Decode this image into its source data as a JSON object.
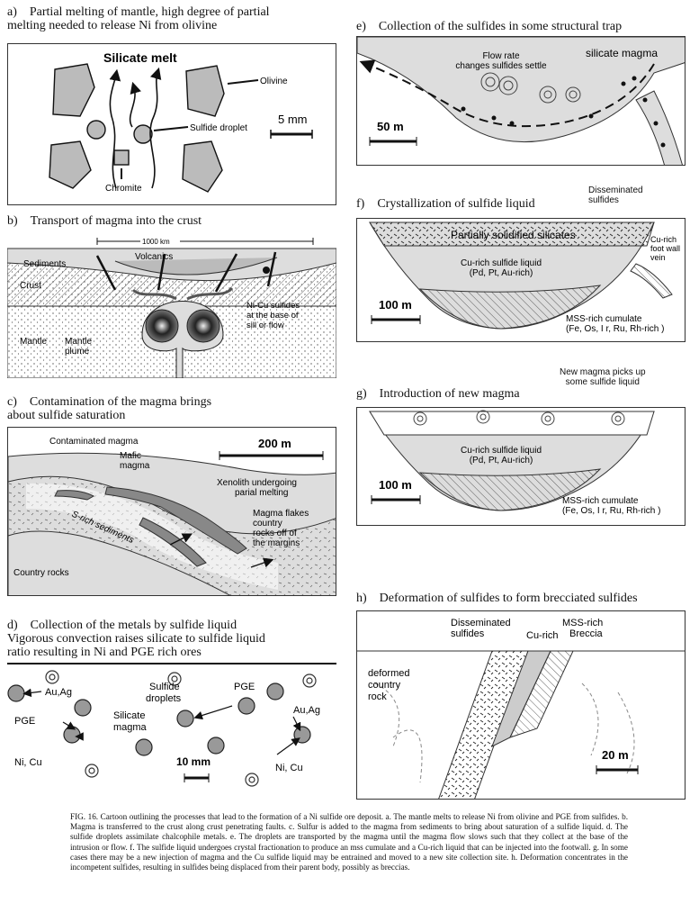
{
  "panels": {
    "a": {
      "title": "a) Partial melting of mantle, high degree of partial\nmelting needed to release Ni from olivine",
      "labels": {
        "melt": "Silicate melt",
        "olivine": "Olivine",
        "sulfide": "Sulfide droplet",
        "chromite": "Chromite",
        "scale": "5 mm"
      }
    },
    "b": {
      "title": "b) Transport of magma into the crust",
      "labels": {
        "distance": "1000 km",
        "sediments": "Sediments",
        "volcanics": "Volcanics",
        "crust": "Crust",
        "mantle": "Mantle",
        "plume": "Mantle\nplume",
        "nicu": "Ni-Cu sulfides\nat the base of\nsill or flow"
      }
    },
    "c": {
      "title": "c) Contamination of the magma brings\nabout sulfide saturation",
      "labels": {
        "contaminated": "Contaminated magma",
        "mafic": "Mafic\nmagma",
        "scale": "200 m",
        "xenolith": "Xenolith undergoing\nparial melting",
        "flakes": "Magma flakes\ncountry\nrocks off of\nthe margins",
        "srich": "S-rich sediments",
        "country": "Country rocks"
      }
    },
    "d": {
      "title": "d) Collection of the metals by sulfide liquid\nVigorous convection raises silicate to sulfide liquid\nratio resulting in Ni and PGE rich ores",
      "labels": {
        "auag1": "Au,Ag",
        "droplets": "Sulfide\ndroplets",
        "pge1": "PGE",
        "silicate": "Silicate\nmagma",
        "pge2": "PGE",
        "auag2": "Au,Ag",
        "nicu1": "Ni, Cu",
        "scale": "10 mm",
        "nicu2": "Ni, Cu"
      }
    },
    "e": {
      "title": "e) Collection of the sulfides in some structural trap",
      "labels": {
        "flow": "Flow rate\nchanges sulfides settle",
        "silicate": "silicate magma",
        "scale": "50 m"
      }
    },
    "f": {
      "title": "f) Crystallization of sulfide liquid",
      "labels": {
        "dissem": "Disseminated\nsulfides",
        "partial": "Partially solidified silicates",
        "cu": "Cu-rich sulfide liquid\n(Pd, Pt, Au-rich)",
        "footwall": "Cu-rich\nfoot wall\nvein",
        "scale": "100 m",
        "mss": "MSS-rich cumulate\n(Fe, Os, I r, Ru, Rh-rich )"
      }
    },
    "g": {
      "title": "g) Introduction of new magma",
      "labels": {
        "newmagma": "New magma picks up\nsome sulfide liquid",
        "cu": "Cu-rich sulfide liquid\n(Pd, Pt, Au-rich)",
        "scale": "100 m",
        "mss": "MSS-rich cumulate\n(Fe, Os, I r, Ru, Rh-rich )"
      }
    },
    "h": {
      "title": "h) Deformation of sulfides to form brecciated sulfides",
      "labels": {
        "dissem": "Disseminated\nsulfides",
        "curich": "Cu-rich",
        "mss": "MSS-rich\nBreccia",
        "deformed": "deformed\ncountry\nrock",
        "scale": "20 m"
      }
    }
  },
  "caption": "FIG. 16. Cartoon outlining the processes that lead to the formation of a Ni sulfide ore deposit. a. The mantle melts to release Ni from olivine and PGE from sulfides. b. Magma is transferred to the crust along crust penetrating faults. c. Sulfur is added to the magma from sediments to bring about saturation of a sulfide liquid. d. The sulfide droplets assimilate chalcophile metals. e. The droplets are transported by the magma until the magma flow slows such that they collect at the base of the intrusion or flow. f. The sulfide liquid undergoes crystal fractionation to produce an mss cumulate and a Cu-rich liquid that can be injected into the footwall. g. In some cases there may be a new injection of magma and the Cu sulfide liquid may be entrained and moved to a new site collection site. h. Deformation concentrates in the incompetent sulfides, resulting in sulfides being displaced from their parent body, possibly as breccias."
}
